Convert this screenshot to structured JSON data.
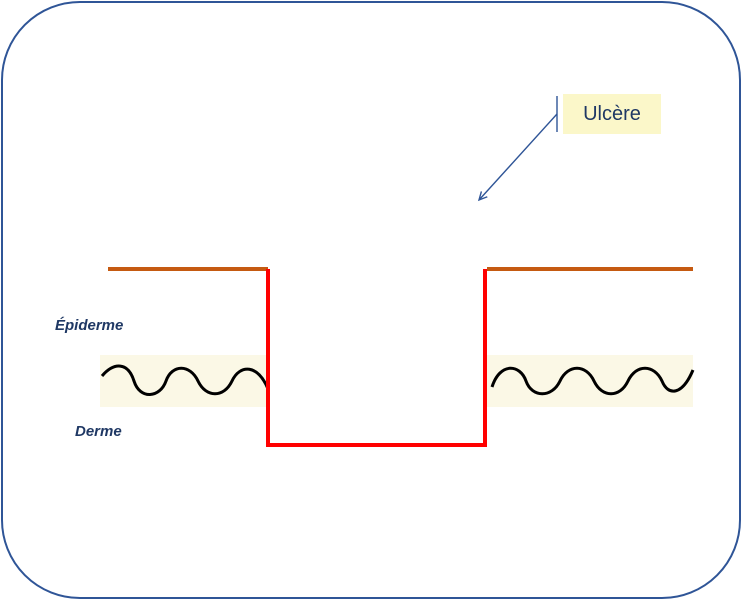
{
  "callout": {
    "label": "Ulcère"
  },
  "layers": {
    "epidermis_label": "Épiderme",
    "dermis_label": "Derme"
  },
  "colors": {
    "frame_border": "#2f5597",
    "surface_line": "#c55a11",
    "ulcer_outline": "#ff0000",
    "junction_wave": "#000000",
    "junction_band": "#fbf8e6",
    "callout_fill": "#fbf7c9",
    "arrow": "#2f5597",
    "text": "#1f3864"
  }
}
